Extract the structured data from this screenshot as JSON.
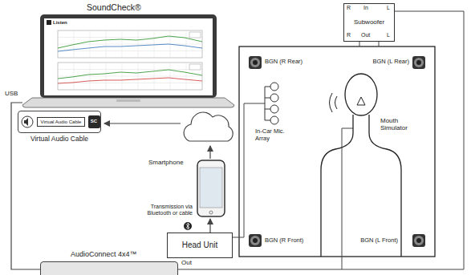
{
  "diagram": {
    "nodes": [
      {
        "text": [
          "SoundCheck®"
        ]
      },
      {
        "text": [
          "Subwoofer"
        ]
      },
      {
        "text": [
          "Virtual Audio Cable"
        ]
      },
      {
        "text": [
          "Virtual Audio Cable"
        ],
        "in": 2
      },
      {
        "text": [
          "SC"
        ],
        "in": 2
      },
      {
        "text": [
          "Smartphone"
        ]
      },
      {
        "text": [
          "Head Unit"
        ]
      },
      {
        "text": [
          "AudioConnect 4x4™"
        ]
      }
    ],
    "edges": [
      {
        "from": 6,
        "to": 5,
        "arrow": "to"
      },
      {
        "from": 0,
        "to": 7,
        "arrow": "none"
      }
    ],
    "labels": [
      "Listen",
      "USB",
      "R",
      "In",
      "L",
      "R",
      "Out",
      "L",
      "BGN (R Rear)",
      "BGN (L Rear)",
      "In-Car Mic. Array",
      "Mouth Simulator",
      "Transmission via Bluetooth or cable",
      "BGN (R Front)",
      "BGN (L Front)",
      "Out"
    ]
  }
}
